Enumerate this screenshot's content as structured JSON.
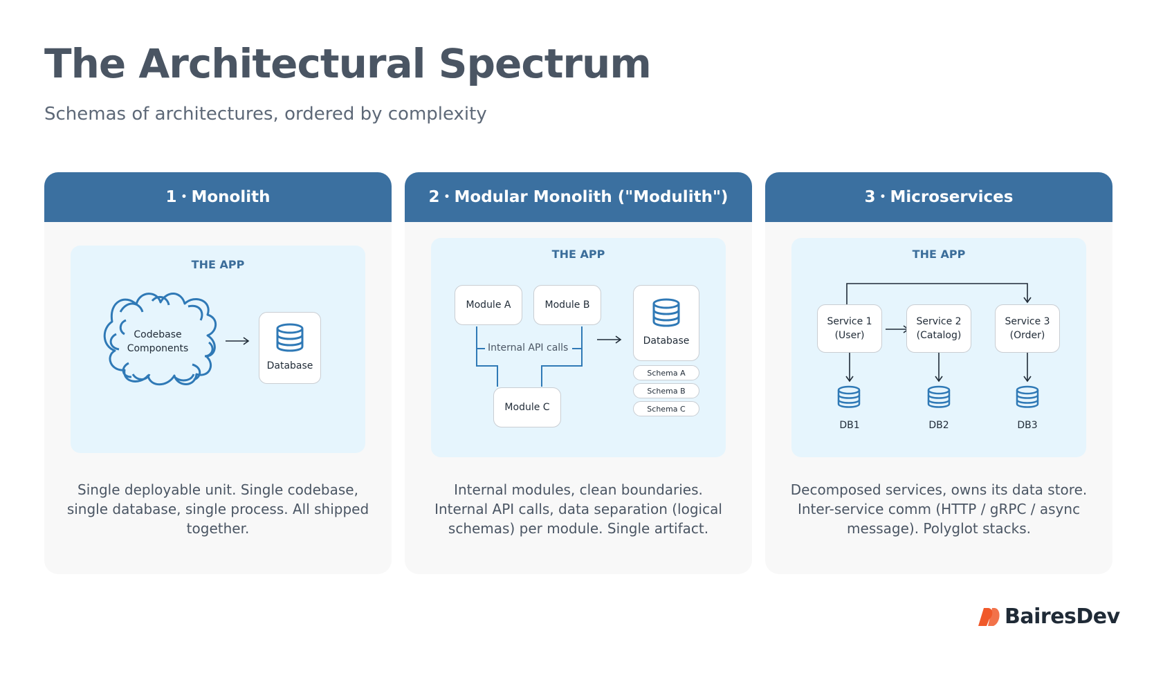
{
  "header": {
    "title": "The Architectural Spectrum",
    "subtitle": "Schemas of architectures, ordered by complexity"
  },
  "colors": {
    "header_bg": "#3b70a0",
    "app_bg": "#e6f5fd",
    "card_bg": "#f8f8f8",
    "accent_blue": "#2f79b6",
    "brand_orange": "#f0592a"
  },
  "cards": [
    {
      "number": "1",
      "title": "Monolith",
      "app_label": "THE APP",
      "codebase_label": "Codebase Components",
      "database_label": "Database",
      "description": "Single deployable unit. Single codebase, single database, single process. All shipped together."
    },
    {
      "number": "2",
      "title": "Modular Monolith (\"Modulith\")",
      "app_label": "THE APP",
      "modules": [
        "Module A",
        "Module B",
        "Module C"
      ],
      "api_label": "Internal API calls",
      "database_label": "Database",
      "schemas": [
        "Schema A",
        "Schema B",
        "Schema C"
      ],
      "description": "Internal modules, clean boundaries. Internal API calls, data separation (logical schemas) per module. Single artifact."
    },
    {
      "number": "3",
      "title": "Microservices",
      "app_label": "THE APP",
      "services": [
        {
          "name": "Service 1",
          "sub": "(User)",
          "db": "DB1"
        },
        {
          "name": "Service 2",
          "sub": "(Catalog)",
          "db": "DB2"
        },
        {
          "name": "Service 3",
          "sub": "(Order)",
          "db": "DB3"
        }
      ],
      "description": "Decomposed services, owns its data store. Inter-service comm (HTTP / gRPC / async message). Polyglot stacks."
    }
  ],
  "brand": {
    "name": "BairesDev",
    "logo_icon": "bairesdev-logo-icon"
  }
}
